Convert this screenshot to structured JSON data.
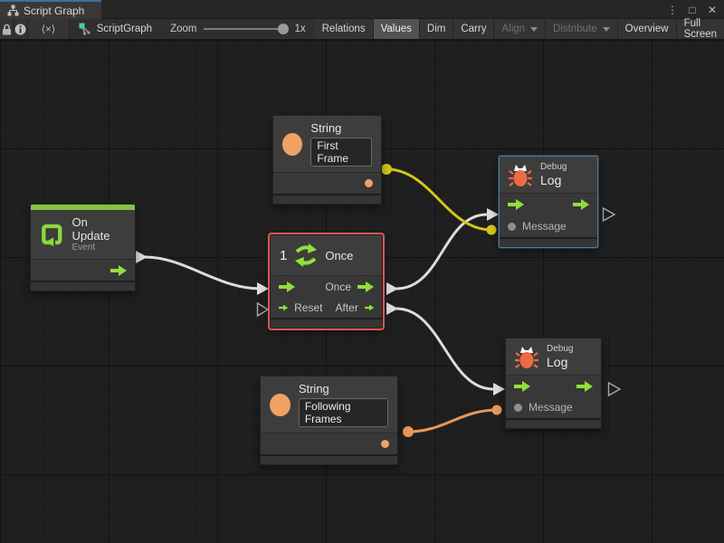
{
  "tab_bar": {
    "title": "Script Graph",
    "menu_icon": "⋮",
    "maximize_icon": "□",
    "close_icon": "✕"
  },
  "toolbar": {
    "code_icon_label": "⟨×⟩",
    "graph_name": "ScriptGraph",
    "zoom_label": "Zoom",
    "zoom_value": "1x",
    "buttons": [
      {
        "label": "Relations",
        "active": false,
        "disabled": false,
        "dropdown": false
      },
      {
        "label": "Values",
        "active": true,
        "disabled": false,
        "dropdown": false
      },
      {
        "label": "Dim",
        "active": false,
        "disabled": false,
        "dropdown": false
      },
      {
        "label": "Carry",
        "active": false,
        "disabled": false,
        "dropdown": false
      },
      {
        "label": "Align",
        "active": false,
        "disabled": true,
        "dropdown": true
      },
      {
        "label": "Distribute",
        "active": false,
        "disabled": true,
        "dropdown": true
      },
      {
        "label": "Overview",
        "active": false,
        "disabled": false,
        "dropdown": false
      },
      {
        "label": "Full Screen",
        "active": false,
        "disabled": false,
        "dropdown": false
      }
    ]
  },
  "nodes": {
    "string_first": {
      "title": "String",
      "value": "First Frame"
    },
    "on_update": {
      "title": "On Update",
      "subtitle": "Event"
    },
    "once": {
      "number": "1",
      "title": "Once",
      "out_once": "Once",
      "in_reset": "Reset",
      "out_after": "After"
    },
    "debug_log_top": {
      "category": "Debug",
      "title": "Log",
      "message": "Message"
    },
    "debug_log_bottom": {
      "category": "Debug",
      "title": "Log",
      "message": "Message"
    },
    "string_following": {
      "title": "String",
      "value": "Following Frames"
    }
  },
  "colors": {
    "flow_green": "#92df3c",
    "string_orange": "#f2a164",
    "wire_white": "#dcdcdc",
    "wire_yellow": "#d4c51c",
    "wire_orange": "#e89758",
    "selection_red": "#e0564d",
    "highlight_blue": "#4e7d9e"
  }
}
